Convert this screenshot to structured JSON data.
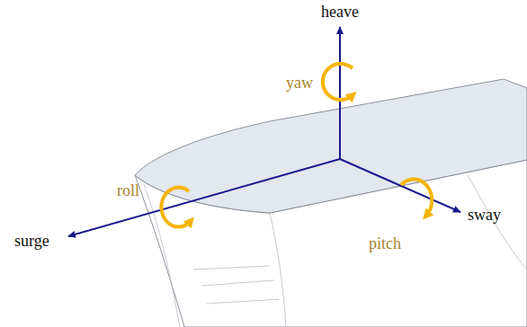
{
  "diagram": {
    "labels": [
      "heave",
      "yaw",
      "roll",
      "surge",
      "pitch",
      "sway"
    ]
  }
}
